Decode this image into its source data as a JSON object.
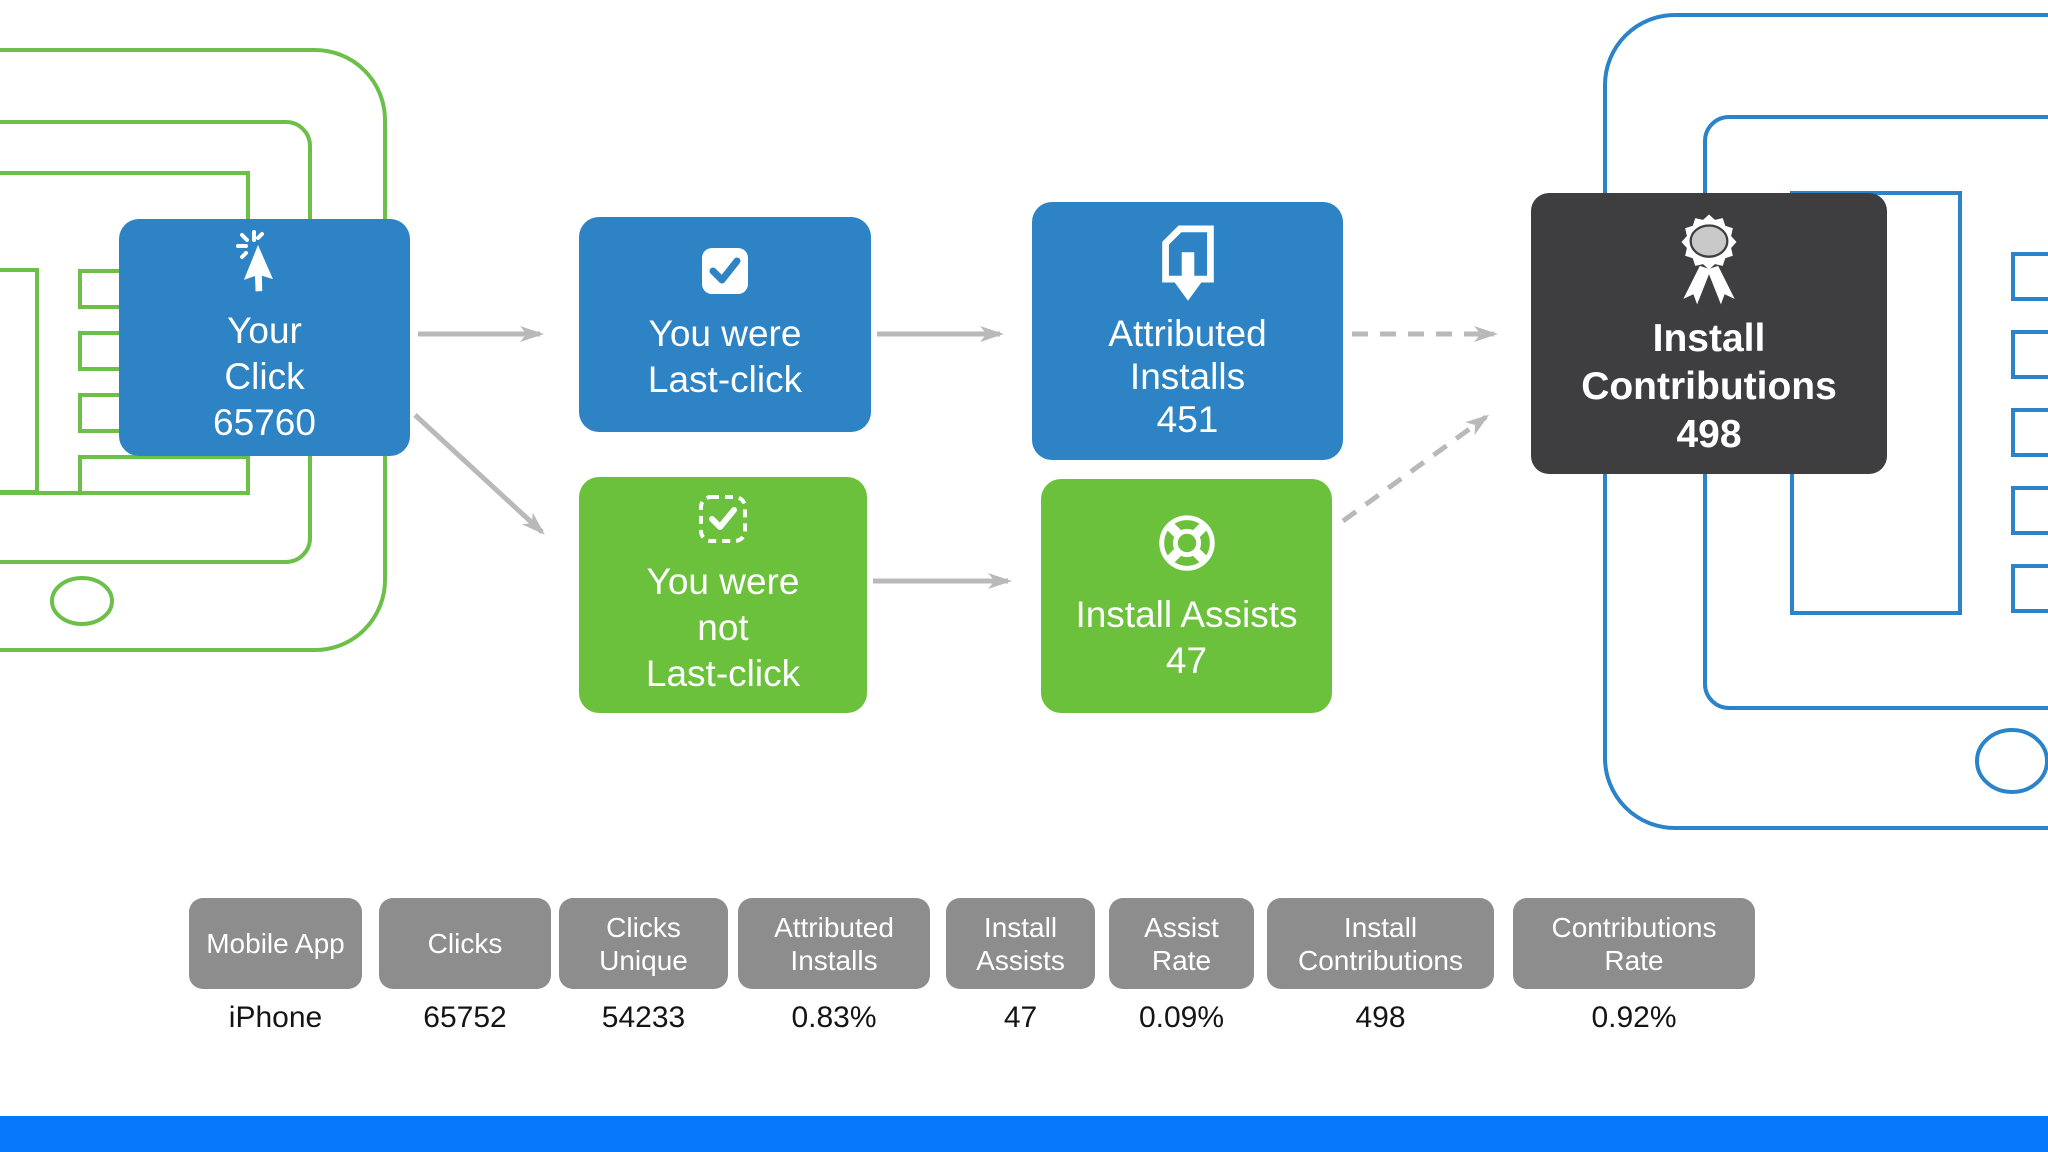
{
  "diagram": {
    "nodes": [
      {
        "id": "your-click",
        "icon": "click-cursor-icon",
        "lines": [
          "Your",
          "Click",
          "65760"
        ]
      },
      {
        "id": "you-were-last-click",
        "icon": "checkbox-icon",
        "lines": [
          "You were",
          "Last-click"
        ]
      },
      {
        "id": "you-were-not-last-click",
        "icon": "checkbox-dashed-icon",
        "lines": [
          "You were",
          "not",
          "Last-click"
        ]
      },
      {
        "id": "attributed-installs",
        "icon": "install-download-icon",
        "lines": [
          "Attributed",
          "Installs",
          "451"
        ]
      },
      {
        "id": "install-assists",
        "icon": "life-ring-icon",
        "lines": [
          "Install Assists",
          "47"
        ]
      },
      {
        "id": "install-contributions",
        "icon": "award-ribbon-icon",
        "lines": [
          "Install",
          "Contributions",
          "498"
        ]
      }
    ]
  },
  "table": {
    "headers": [
      "Mobile App",
      "Clicks",
      "Clicks Unique",
      "Attributed Installs",
      "Install Assists",
      "Assist Rate",
      "Install Contributions",
      "Contributions Rate"
    ],
    "values": [
      "iPhone",
      "65752",
      "54233",
      "0.83%",
      "47",
      "0.09%",
      "498",
      "0.92%"
    ]
  },
  "colors": {
    "node_blue": "#2E83C4",
    "node_green": "#6CC13C",
    "node_dark": "#3E3E40",
    "phone_green": "#6CC04A",
    "phone_blue": "#2B83C9",
    "table_header_gray": "#8D8D8D",
    "arrow_gray": "#B9B9B9",
    "bottom_bar_blue": "#0777FC",
    "award_center_gray": "#C9C9C9"
  }
}
